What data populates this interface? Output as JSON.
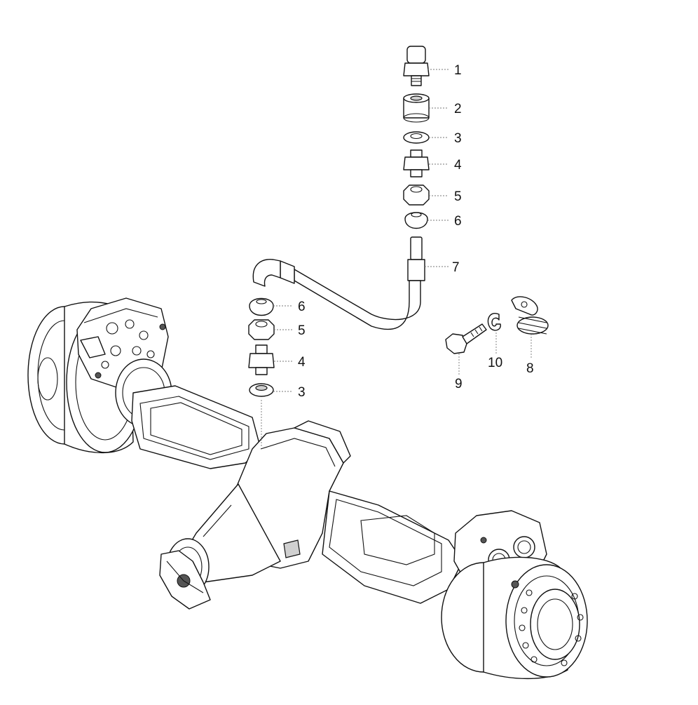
{
  "diagram": {
    "type": "exploded parts diagram",
    "subject": "axle with lubrication line fittings",
    "line_color": "#111111",
    "shade_color": "#d0d0d0"
  },
  "callouts": {
    "c1": "1",
    "c2": "2",
    "c3_upper": "3",
    "c4_upper": "4",
    "c5_upper": "5",
    "c6_upper": "6",
    "c7": "7",
    "c6_lower": "6",
    "c5_lower": "5",
    "c4_lower": "4",
    "c3_lower": "3",
    "c9": "9",
    "c10": "10",
    "c8": "8"
  }
}
